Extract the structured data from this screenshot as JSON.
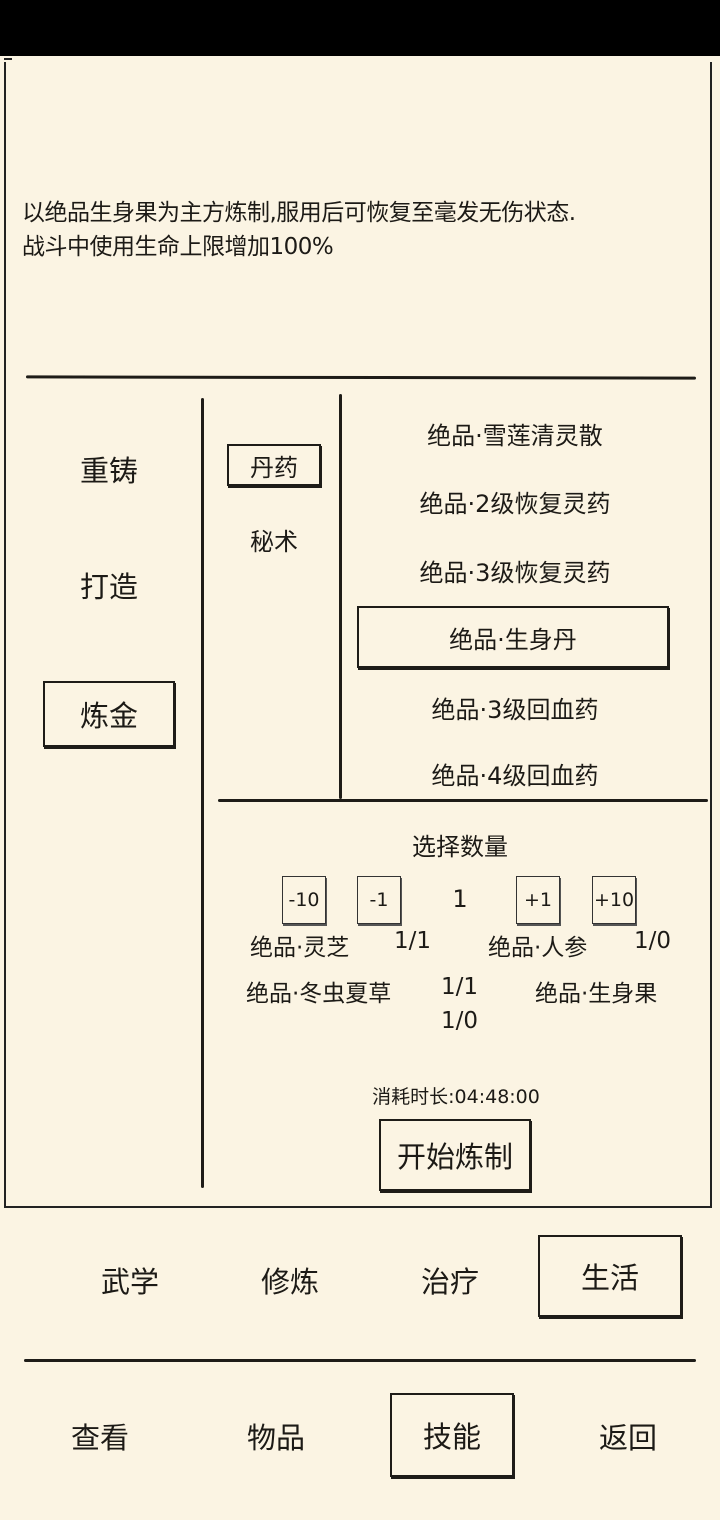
{
  "description": {
    "line1": "以绝品生身果为主方炼制,服用后可恢复至毫发无伤状态.",
    "line2": "战斗中使用生命上限增加100%"
  },
  "categories": [
    {
      "label": "重铸",
      "selected": false
    },
    {
      "label": "打造",
      "selected": false
    },
    {
      "label": "炼金",
      "selected": true
    }
  ],
  "subcategories": [
    {
      "label": "丹药",
      "selected": true
    },
    {
      "label": "秘术",
      "selected": false
    }
  ],
  "recipes": [
    {
      "label": "绝品·雪莲清灵散",
      "selected": false
    },
    {
      "label": "绝品·2级恢复灵药",
      "selected": false
    },
    {
      "label": "绝品·3级恢复灵药",
      "selected": false
    },
    {
      "label": "绝品·生身丹",
      "selected": true
    },
    {
      "label": "绝品·3级回血药",
      "selected": false
    },
    {
      "label": "绝品·4级回血药",
      "selected": false
    }
  ],
  "quantity": {
    "title": "选择数量",
    "minus10": "-10",
    "minus1": "-1",
    "value": "1",
    "plus1": "+1",
    "plus10": "+10"
  },
  "materials": {
    "row1_left": "绝品·灵芝",
    "row1_left_count": "1/1",
    "row1_right": "绝品·人参",
    "row1_right_count": "1/0",
    "row2_left": "绝品·冬虫夏草",
    "row2_left_count": "1/1",
    "row2_right": "绝品·生身果",
    "row3_count": "1/0"
  },
  "duration": "消耗时长:04:48:00",
  "start_button": "开始炼制",
  "skill_tabs": [
    {
      "label": "武学",
      "selected": false
    },
    {
      "label": "修炼",
      "selected": false
    },
    {
      "label": "治疗",
      "selected": false
    },
    {
      "label": "生活",
      "selected": true
    }
  ],
  "bottom_nav": [
    {
      "label": "查看",
      "selected": false
    },
    {
      "label": "物品",
      "selected": false
    },
    {
      "label": "技能",
      "selected": true
    },
    {
      "label": "返回",
      "selected": false
    }
  ]
}
